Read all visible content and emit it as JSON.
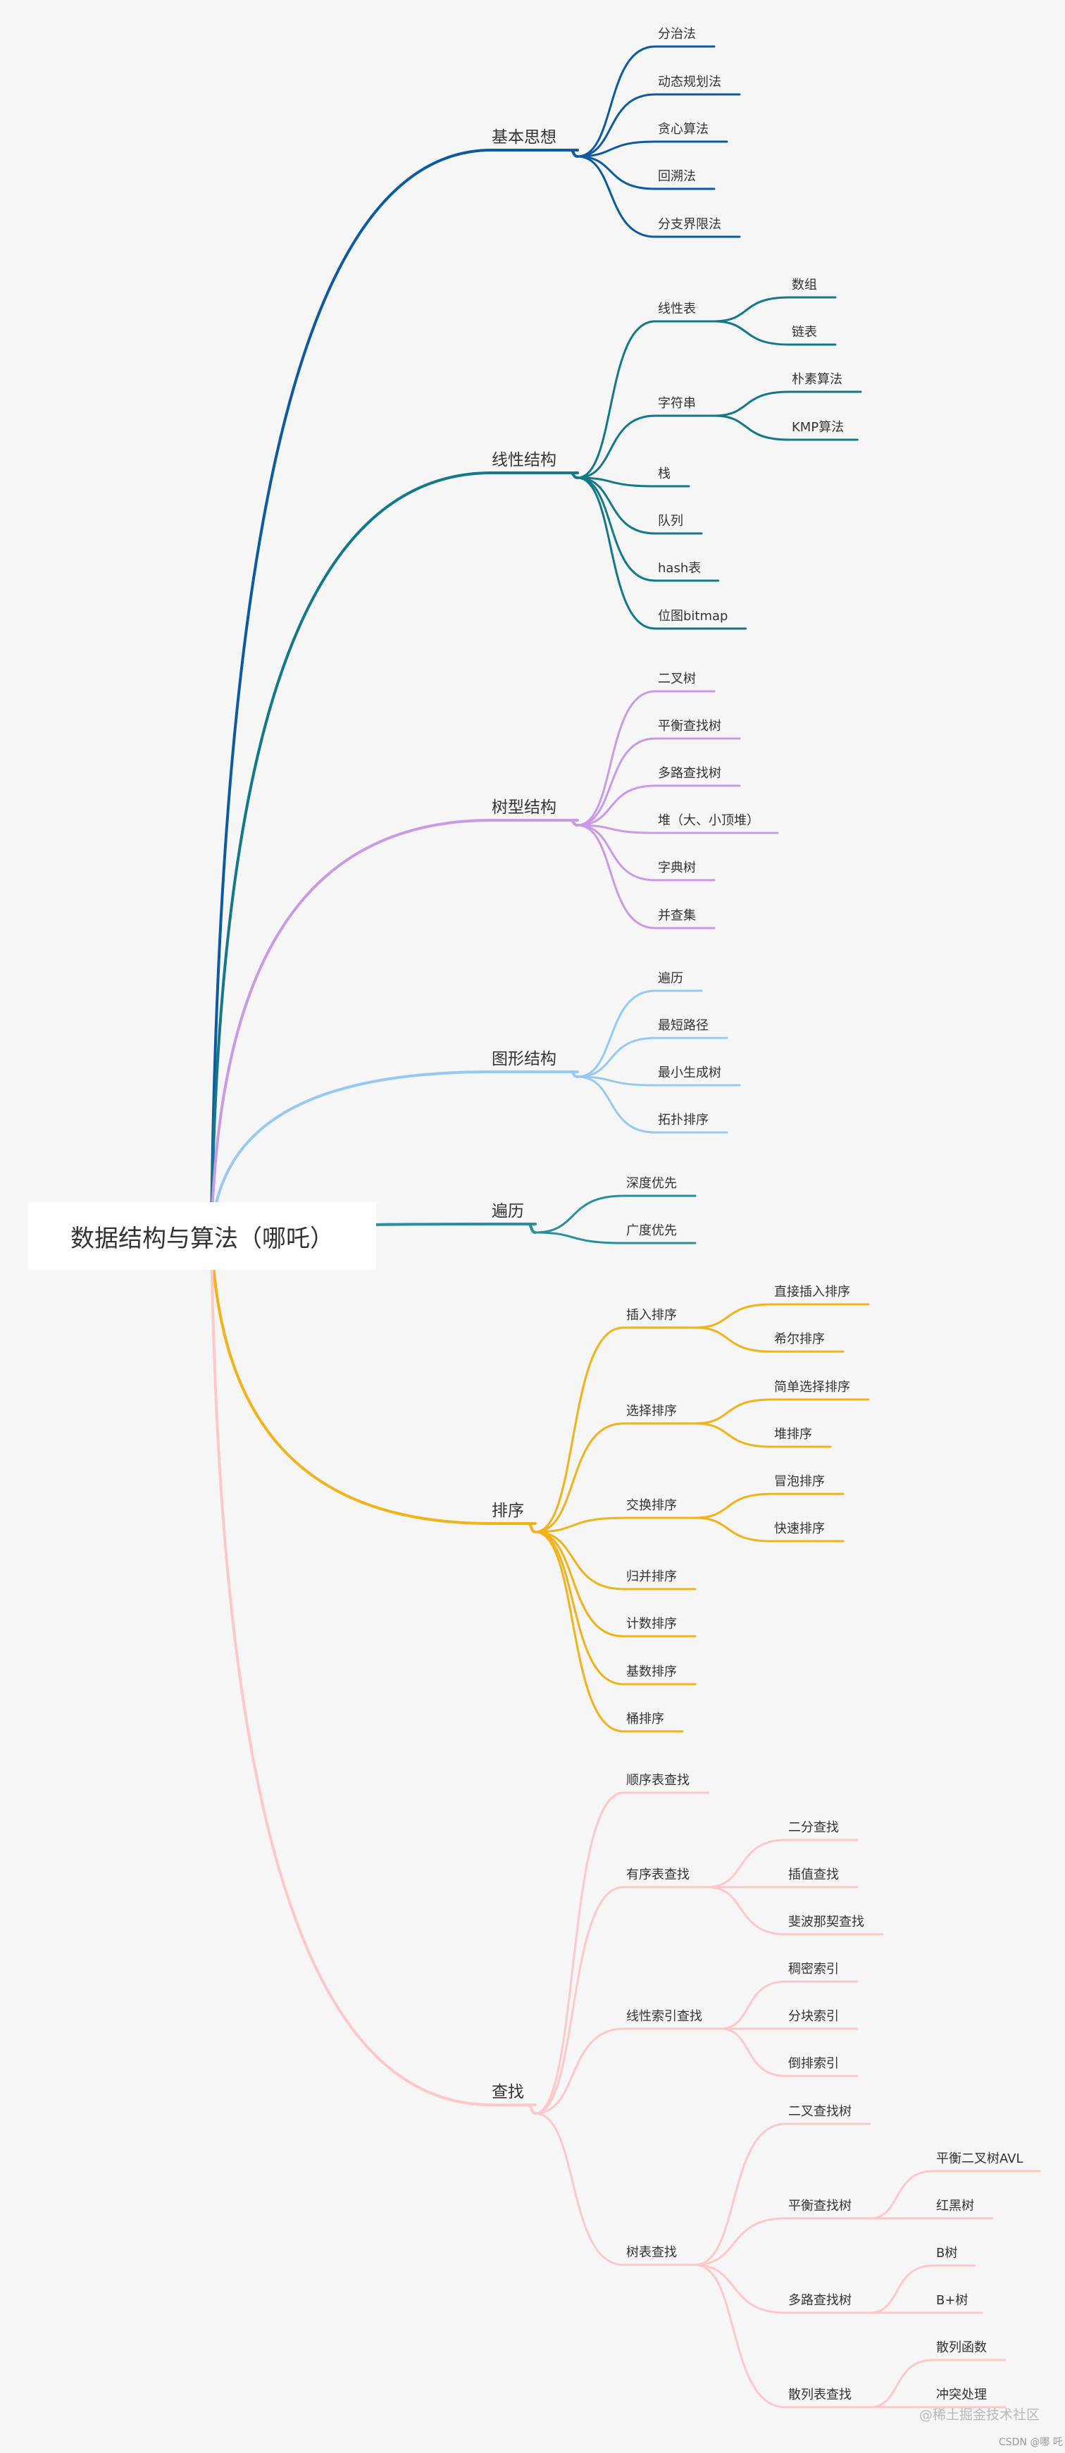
{
  "root": "数据结构与算法（哪吒）",
  "colors": {
    "基本思想": "#0d5aa0",
    "线性结构": "#13788a",
    "树型结构": "#c99be6",
    "图形结构": "#98c9f2",
    "遍历": "#2b8f9b",
    "排序": "#f1b319",
    "查找": "#ffc8c8"
  },
  "branches": [
    {
      "label": "基本思想",
      "children": [
        {
          "label": "分治法"
        },
        {
          "label": "动态规划法"
        },
        {
          "label": "贪心算法"
        },
        {
          "label": "回溯法"
        },
        {
          "label": "分支界限法"
        }
      ]
    },
    {
      "label": "线性结构",
      "children": [
        {
          "label": "线性表",
          "children": [
            {
              "label": "数组"
            },
            {
              "label": "链表"
            }
          ]
        },
        {
          "label": "字符串",
          "children": [
            {
              "label": "朴素算法"
            },
            {
              "label": "KMP算法"
            }
          ]
        },
        {
          "label": "栈"
        },
        {
          "label": "队列"
        },
        {
          "label": "hash表"
        },
        {
          "label": "位图bitmap"
        }
      ]
    },
    {
      "label": "树型结构",
      "children": [
        {
          "label": "二叉树"
        },
        {
          "label": "平衡查找树"
        },
        {
          "label": "多路查找树"
        },
        {
          "label": "堆（大、小顶堆）"
        },
        {
          "label": "字典树"
        },
        {
          "label": "并查集"
        }
      ]
    },
    {
      "label": "图形结构",
      "children": [
        {
          "label": "遍历"
        },
        {
          "label": "最短路径"
        },
        {
          "label": "最小生成树"
        },
        {
          "label": "拓扑排序"
        }
      ]
    },
    {
      "label": "遍历",
      "children": [
        {
          "label": "深度优先"
        },
        {
          "label": "广度优先"
        }
      ]
    },
    {
      "label": "排序",
      "children": [
        {
          "label": "插入排序",
          "children": [
            {
              "label": "直接插入排序"
            },
            {
              "label": "希尔排序"
            }
          ]
        },
        {
          "label": "选择排序",
          "children": [
            {
              "label": "简单选择排序"
            },
            {
              "label": "堆排序"
            }
          ]
        },
        {
          "label": "交换排序",
          "children": [
            {
              "label": "冒泡排序"
            },
            {
              "label": "快速排序"
            }
          ]
        },
        {
          "label": "归并排序"
        },
        {
          "label": "计数排序"
        },
        {
          "label": "基数排序"
        },
        {
          "label": "桶排序"
        }
      ]
    },
    {
      "label": "查找",
      "children": [
        {
          "label": "顺序表查找"
        },
        {
          "label": "有序表查找",
          "children": [
            {
              "label": "二分查找"
            },
            {
              "label": "插值查找"
            },
            {
              "label": "斐波那契查找"
            }
          ]
        },
        {
          "label": "线性索引查找",
          "children": [
            {
              "label": "稠密索引"
            },
            {
              "label": "分块索引"
            },
            {
              "label": "倒排索引"
            }
          ]
        },
        {
          "label": "树表查找",
          "children": [
            {
              "label": "二叉查找树"
            },
            {
              "label": "平衡查找树",
              "children": [
                {
                  "label": "平衡二叉树AVL"
                },
                {
                  "label": "红黑树"
                }
              ]
            },
            {
              "label": "多路查找树",
              "children": [
                {
                  "label": "B树"
                },
                {
                  "label": "B+树"
                }
              ]
            },
            {
              "label": "散列表查找",
              "children": [
                {
                  "label": "散列函数"
                },
                {
                  "label": "冲突处理"
                }
              ]
            }
          ]
        }
      ]
    }
  ],
  "watermark": "@稀土掘金技术社区",
  "credit": "CSDN @哪 吒"
}
